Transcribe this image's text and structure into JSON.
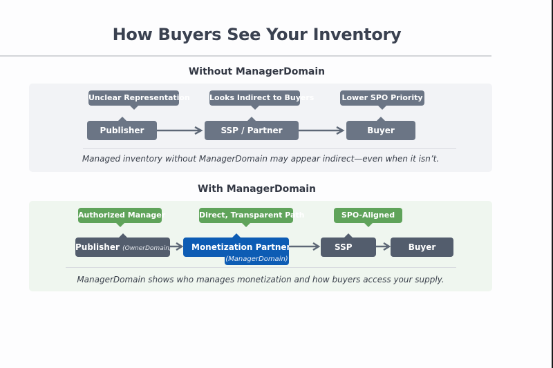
{
  "title": "How Buyers See Your Inventory",
  "without": {
    "heading": "Without ManagerDomain",
    "tags": [
      "Unclear Representation",
      "Looks Indirect to Buyers",
      "Lower SPO Priority"
    ],
    "nodes": [
      "Publisher",
      "SSP / Partner",
      "Buyer"
    ],
    "caption": "Managed inventory without ManagerDomain may appear indirect—even when it isn’t."
  },
  "with": {
    "heading": "With ManagerDomain",
    "tags": [
      "Authorized Manager",
      "Direct, Transparent Path",
      "SPO-Aligned"
    ],
    "nodes": {
      "publisher": "Publisher",
      "publisher_sub": "(OwnerDomain)",
      "partner": "Monetization Partner",
      "partner_sub": "(ManagerDomain)",
      "ssp": "SSP",
      "buyer": "Buyer"
    },
    "caption": "ManagerDomain shows who manages monetization and how buyers access your supply."
  },
  "colors": {
    "neutral_node": "#6b7585",
    "dark_node": "#535d6d",
    "accent_blue": "#0d5cb4",
    "positive_green": "#5fa35a"
  }
}
